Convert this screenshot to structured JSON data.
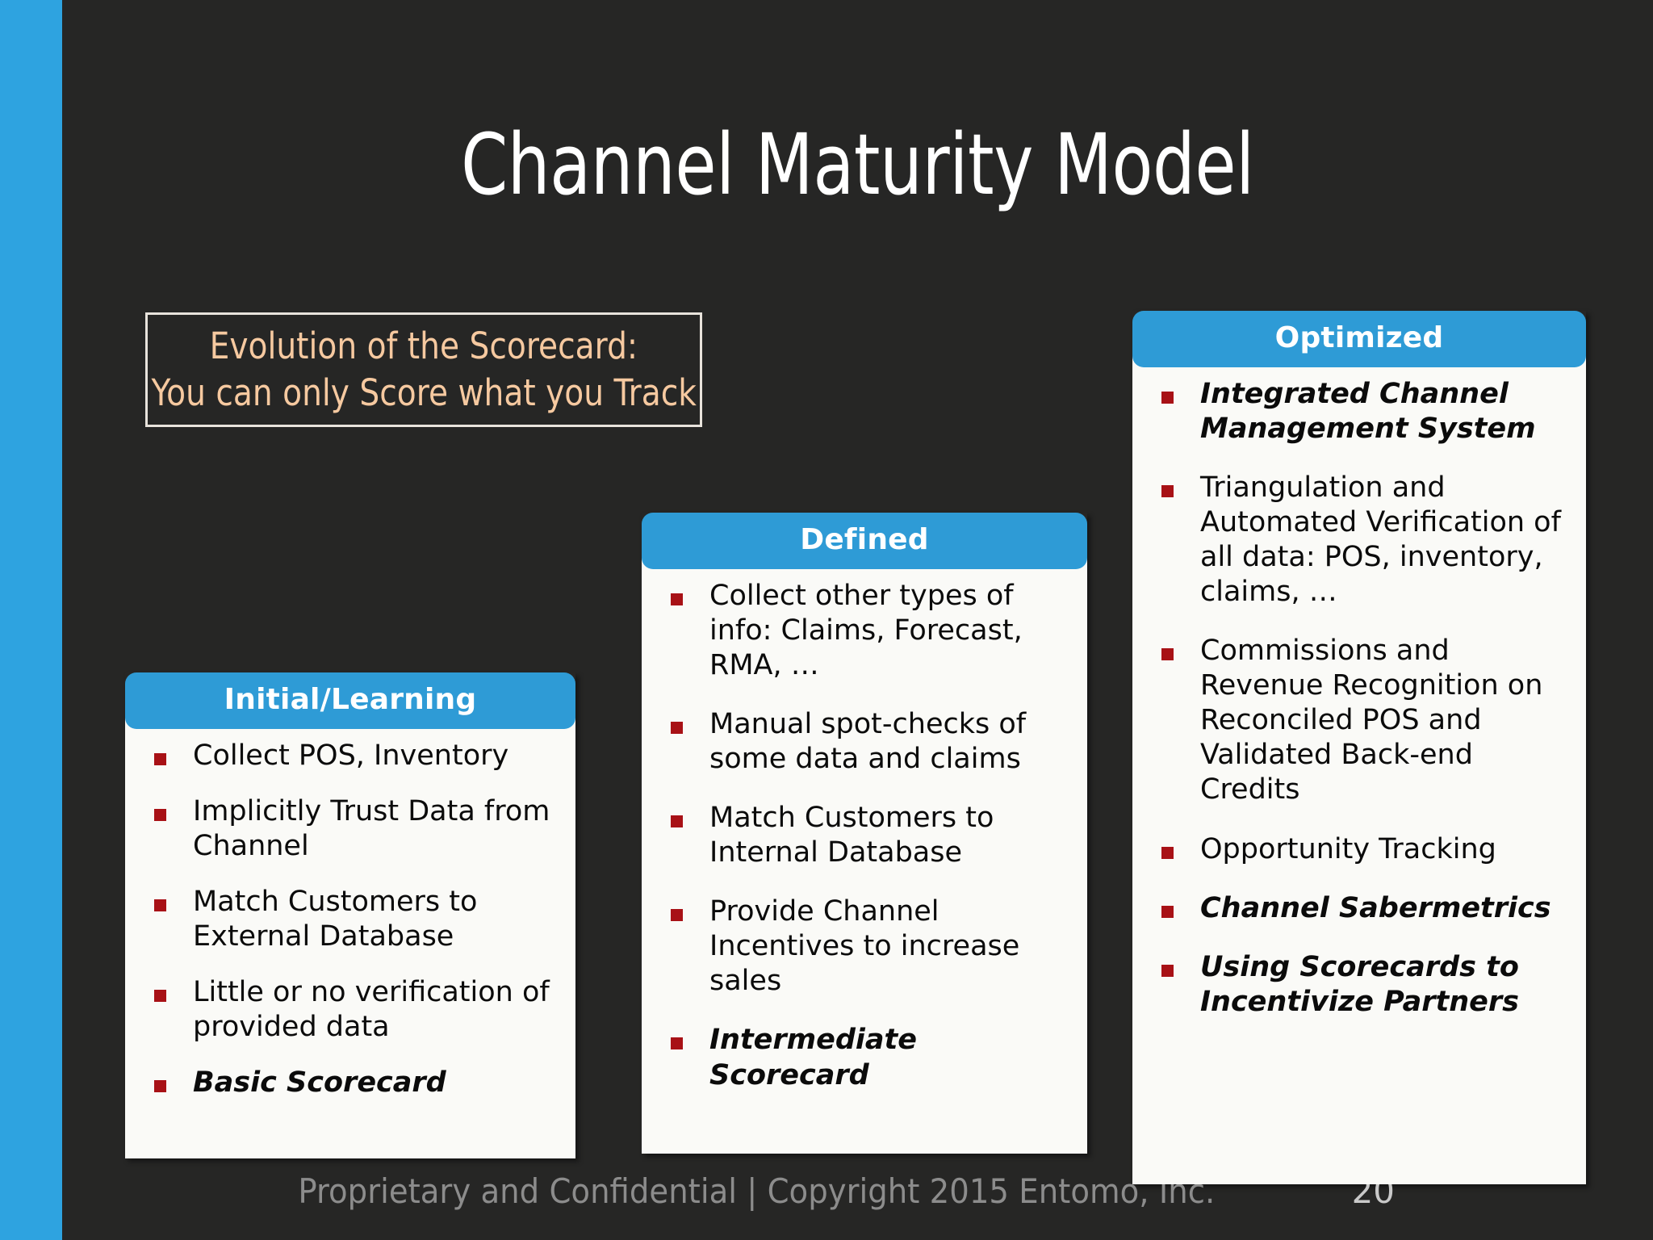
{
  "slide": {
    "title": "Channel Maturity Model",
    "accent_color": "#2EA3E0",
    "background_color": "#262625",
    "header_blue": "#2E9BD6",
    "bullet_red": "#A81116",
    "callout_text_color": "#F6C9A0"
  },
  "callout": {
    "line1": "Evolution of the Scorecard:",
    "line2": "You can only Score what you Track"
  },
  "cards": [
    {
      "id": "initial",
      "header": "Initial/Learning",
      "bullets": [
        {
          "text": "Collect POS, Inventory",
          "emphasis": false
        },
        {
          "text": "Implicitly Trust Data from Channel",
          "emphasis": false
        },
        {
          "text": "Match Customers to External Database",
          "emphasis": false
        },
        {
          "text": "Little or no verification of provided data",
          "emphasis": false
        },
        {
          "text": "Basic Scorecard",
          "emphasis": true
        }
      ]
    },
    {
      "id": "defined",
      "header": "Defined",
      "bullets": [
        {
          "text": "Collect other types of info: Claims, Forecast, RMA, …",
          "emphasis": false
        },
        {
          "text": "Manual spot-checks of some data and claims",
          "emphasis": false
        },
        {
          "text": "Match Customers to Internal Database",
          "emphasis": false
        },
        {
          "text": "Provide Channel Incentives to increase sales",
          "emphasis": false
        },
        {
          "text": "Intermediate Scorecard",
          "emphasis": true
        }
      ]
    },
    {
      "id": "optimized",
      "header": "Optimized",
      "bullets": [
        {
          "text": "Integrated Channel Management System",
          "emphasis": true
        },
        {
          "text": "Triangulation and Automated Verification of all data: POS, inventory, claims, …",
          "emphasis": false
        },
        {
          "text": "Commissions and Revenue Recognition on Reconciled POS and Validated Back-end Credits",
          "emphasis": false
        },
        {
          "text": "Opportunity Tracking",
          "emphasis": false
        },
        {
          "text": "Channel Sabermetrics",
          "emphasis": true
        },
        {
          "text": "Using Scorecards to Incentivize Partners",
          "emphasis": true
        }
      ]
    }
  ],
  "footer": {
    "text": "Proprietary and Confidential | Copyright 2015 Entomo, Inc.",
    "page_number": "20"
  }
}
